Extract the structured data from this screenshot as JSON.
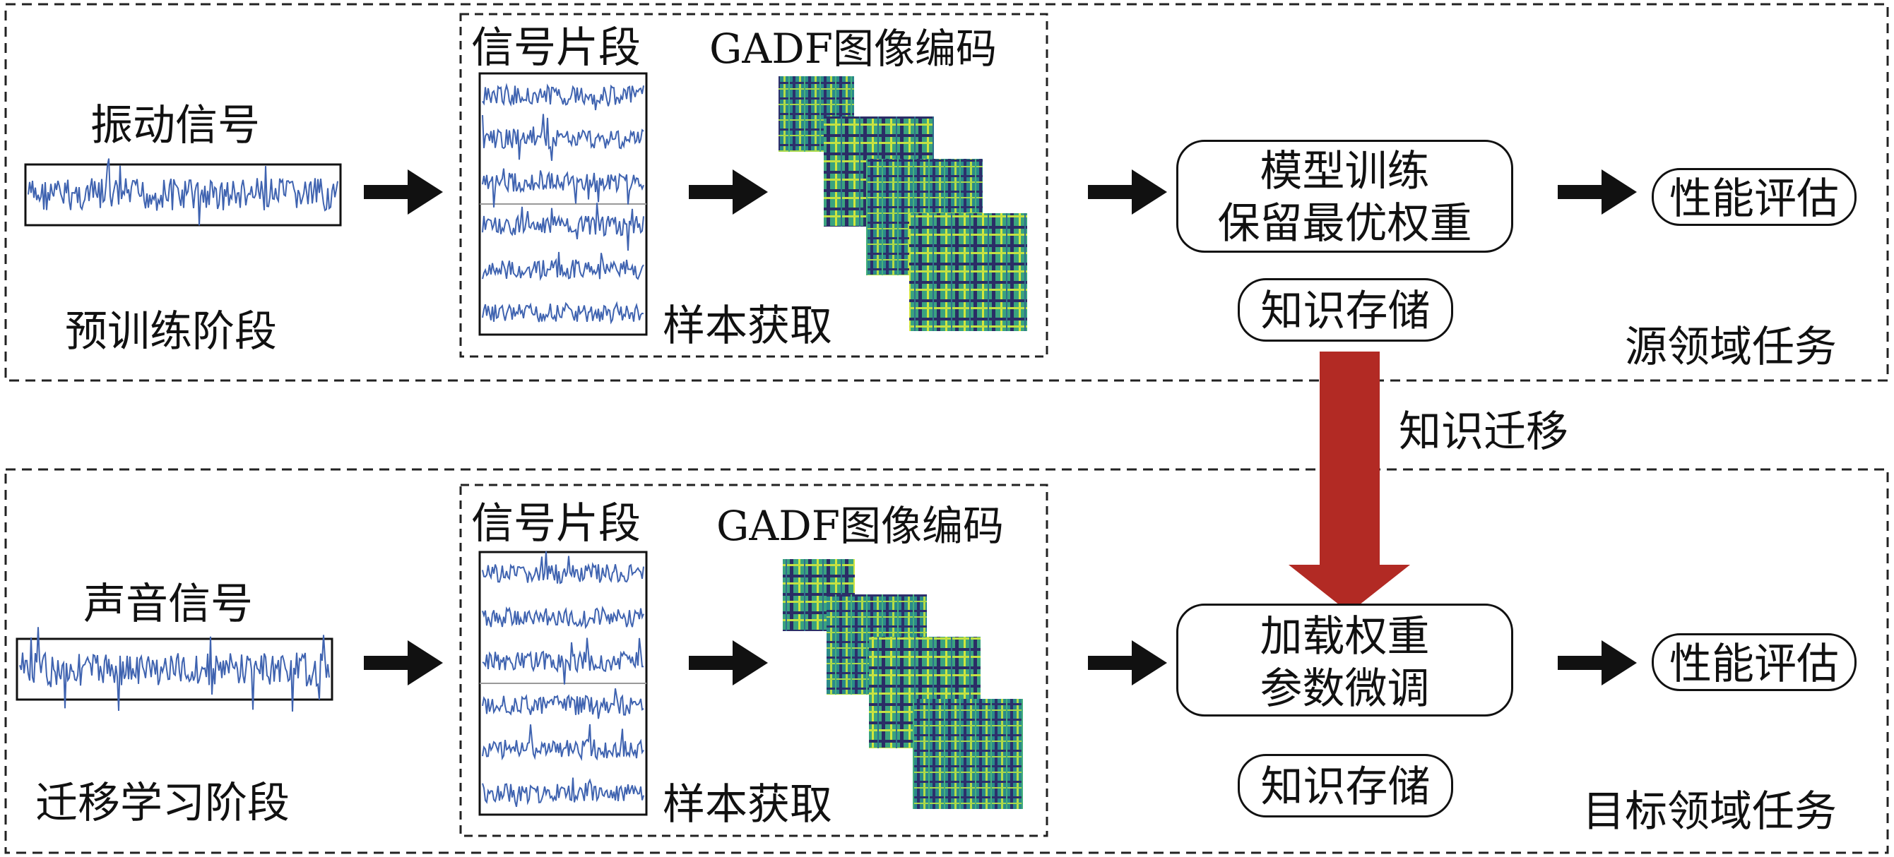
{
  "top": {
    "stage_label": "预训练阶段",
    "signal_label": "振动信号",
    "segments_label": "信号片段",
    "gadf_label": "GADF图像编码",
    "sample_label": "样本获取",
    "model_line1": "模型训练",
    "model_line2": "保留最优权重",
    "knowledge_store": "知识存储",
    "eval": "性能评估",
    "domain_task": "源领域任务"
  },
  "transfer": {
    "label": "知识迁移",
    "arrow_color": "#b22a24"
  },
  "bottom": {
    "stage_label": "迁移学习阶段",
    "signal_label": "声音信号",
    "segments_label": "信号片段",
    "gadf_label": "GADF图像编码",
    "sample_label": "样本获取",
    "model_line1": "加载权重",
    "model_line2": "参数微调",
    "knowledge_store": "知识存储",
    "eval": "性能评估",
    "domain_task": "目标领域任务"
  },
  "colors": {
    "signal": "#3f63b0",
    "arrow": "#111111",
    "gadf_dark": "#2c2e6a",
    "gadf_mid": "#1f8f8b",
    "gadf_light": "#b9e043"
  }
}
